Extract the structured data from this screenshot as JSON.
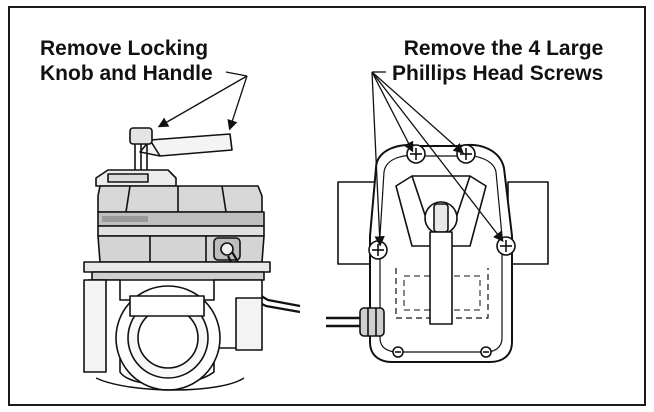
{
  "left_caption": {
    "line1": "Remove Locking",
    "line2": "Knob and Handle"
  },
  "right_caption": {
    "line1": "Remove the 4 Large",
    "line2": "Phillips Head Screws"
  },
  "colors": {
    "ink": "#111111",
    "shade": "#cfcfcf",
    "border": "#1a1a1a"
  }
}
